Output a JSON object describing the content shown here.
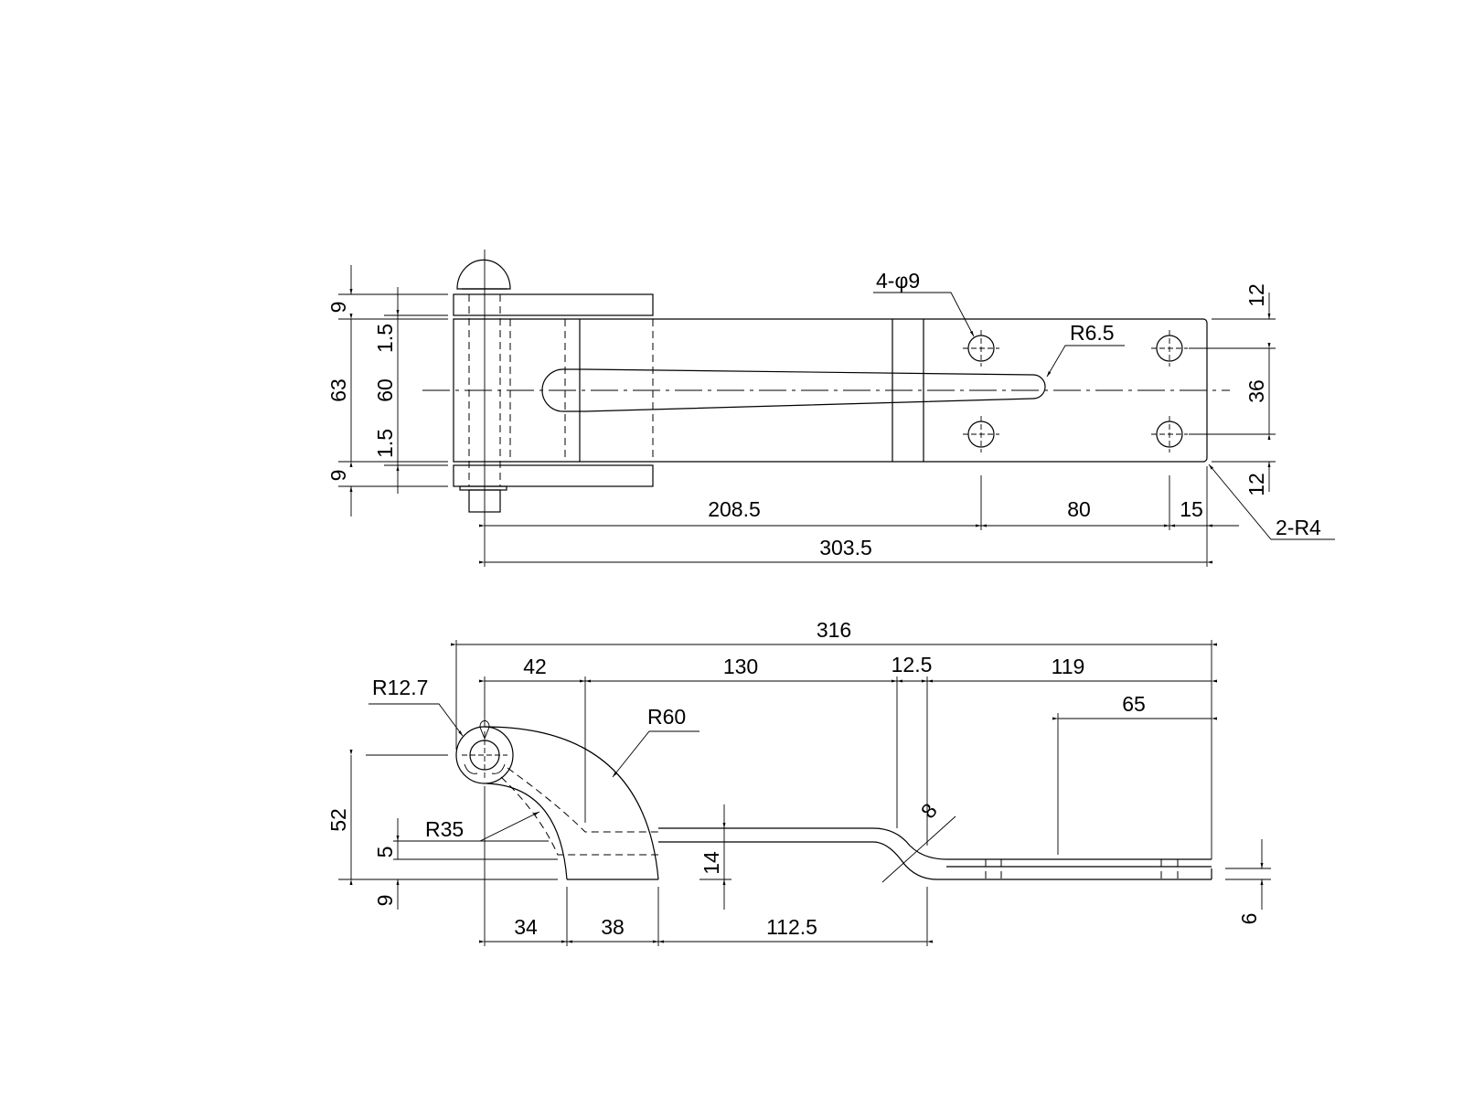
{
  "top_view": {
    "dims": {
      "top_knuckle": "9",
      "leaf_height": "63",
      "bottom_knuckle": "9",
      "gap_top": "1.5",
      "inner": "60",
      "gap_bottom": "1.5",
      "holes_label": "4-φ9",
      "slot_radius": "R6.5",
      "edge_top": "12",
      "hole_spacing_v": "36",
      "edge_bottom": "12",
      "to_first_hole": "208.5",
      "hole_spacing_h": "80",
      "hole_to_edge": "15",
      "overall_length": "303.5",
      "corner_radius": "2-R4"
    }
  },
  "side_view": {
    "dims": {
      "overall": "316",
      "d42": "42",
      "d130": "130",
      "d12_5": "12.5",
      "d119": "119",
      "d65": "65",
      "r12_7": "R12.7",
      "r60": "R60",
      "r35": "R35",
      "height52": "52",
      "d5": "5",
      "d9": "9",
      "d14": "14",
      "d8": "8",
      "d6": "6",
      "d34": "34",
      "d38": "38",
      "d112_5": "112.5"
    }
  }
}
